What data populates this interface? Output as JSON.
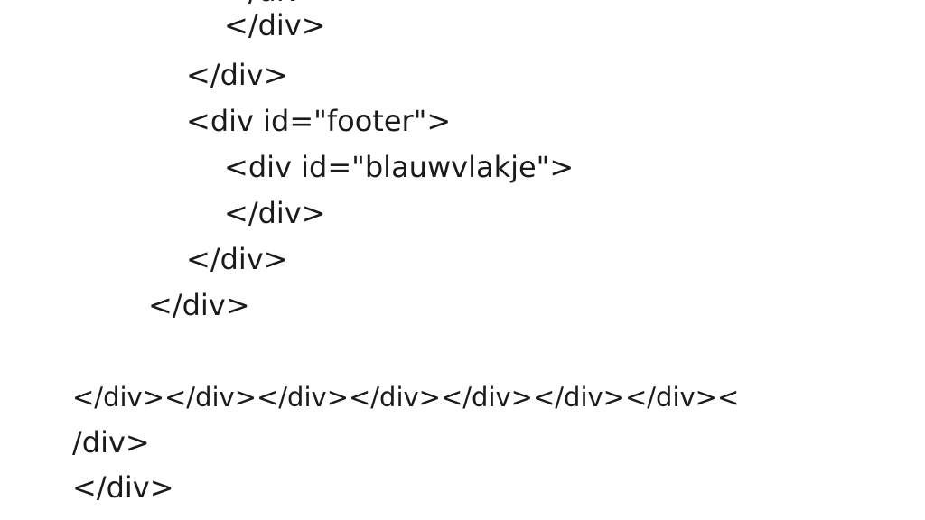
{
  "code_lines": [
    "</div>",
    "</div>",
    "<div id=\"footer\">",
    "<div id=\"blauwvlakje\">",
    "</div>",
    "</div>",
    "</div>",
    "</div></div></div></div></div></div></div><",
    "/div>",
    "</div>"
  ],
  "clipped_top_fragment": "</div>"
}
